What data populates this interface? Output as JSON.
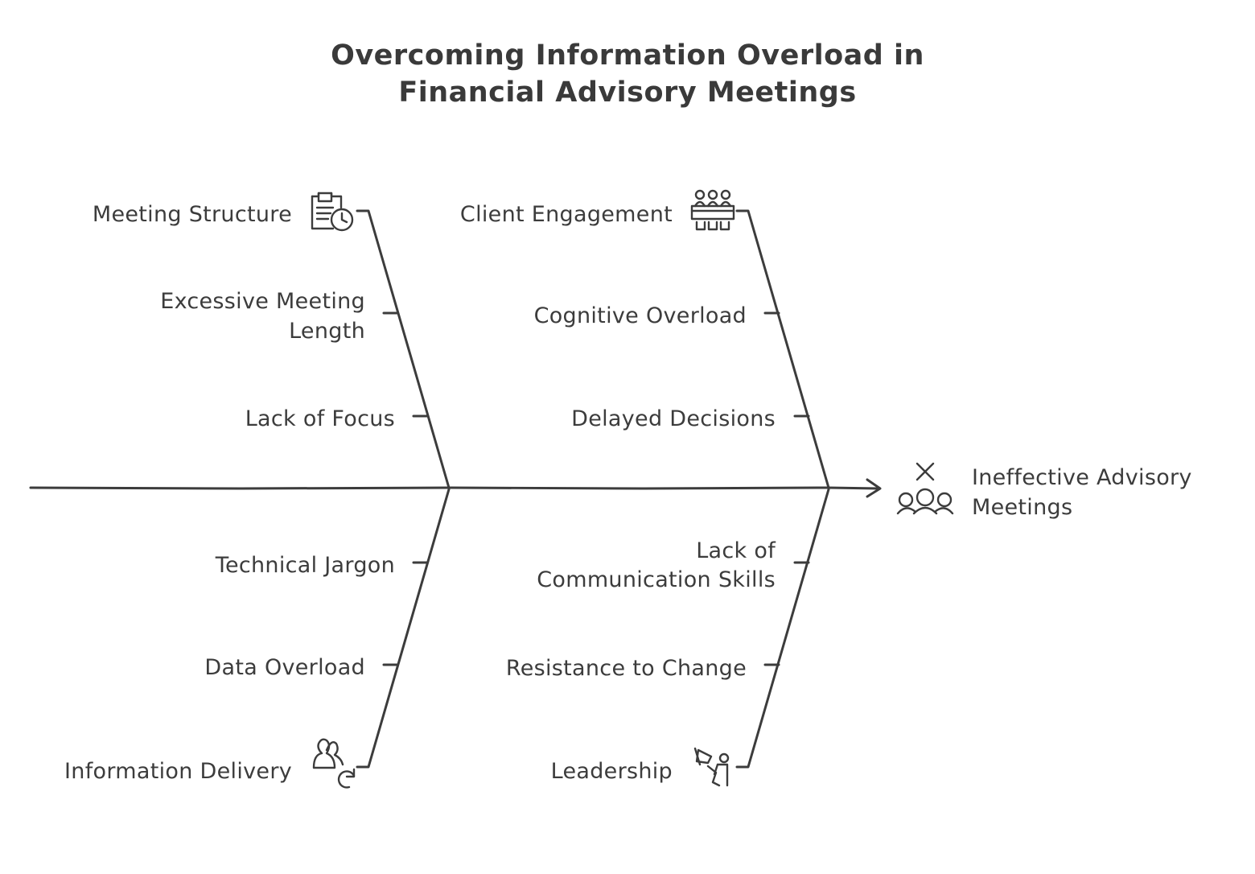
{
  "title": {
    "line1": "Overcoming Information Overload in",
    "line2": "Financial Advisory Meetings"
  },
  "effect": {
    "line1": "Ineffective Advisory",
    "line2": "Meetings",
    "icon": "people-x-icon"
  },
  "categories": {
    "meeting_structure": {
      "label": "Meeting Structure",
      "icon": "clipboard-clock-icon",
      "causes": {
        "excessive_length": {
          "line1": "Excessive Meeting",
          "line2": "Length"
        },
        "lack_of_focus": "Lack of Focus"
      }
    },
    "client_engagement": {
      "label": "Client Engagement",
      "icon": "audience-icon",
      "causes": {
        "cognitive_overload": "Cognitive Overload",
        "delayed_decisions": "Delayed Decisions"
      }
    },
    "information_delivery": {
      "label": "Information Delivery",
      "icon": "people-refresh-icon",
      "causes": {
        "technical_jargon": "Technical Jargon",
        "data_overload": "Data Overload"
      }
    },
    "leadership": {
      "label": "Leadership",
      "icon": "megaphone-person-icon",
      "causes": {
        "lack_of_communication": {
          "line1": "Lack of",
          "line2": "Communication Skills"
        },
        "resistance_to_change": "Resistance to Change"
      }
    }
  }
}
